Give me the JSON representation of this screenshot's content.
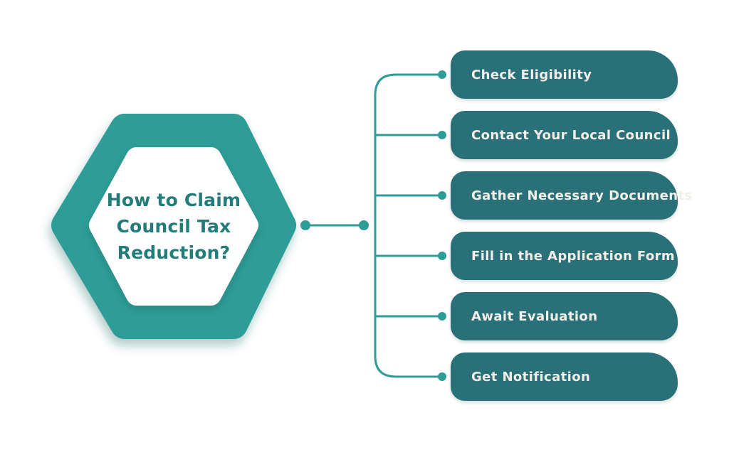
{
  "title": {
    "lines": [
      "How to Claim",
      "Council Tax",
      "Reduction?"
    ],
    "full_text": "How to Claim Council Tax Reduction?"
  },
  "steps": [
    {
      "label": "Check Eligibility"
    },
    {
      "label": "Contact Your Local Council"
    },
    {
      "label": "Gather Necessary Documents"
    },
    {
      "label": "Fill in the Application Form"
    },
    {
      "label": "Await Evaluation"
    },
    {
      "label": "Get Notification"
    }
  ],
  "colors": {
    "accent_teal": "#2f9d97",
    "step_box_fill": "#297078",
    "title_text": "#217c7a",
    "step_text": "#f2efe8",
    "background": "#ffffff"
  }
}
